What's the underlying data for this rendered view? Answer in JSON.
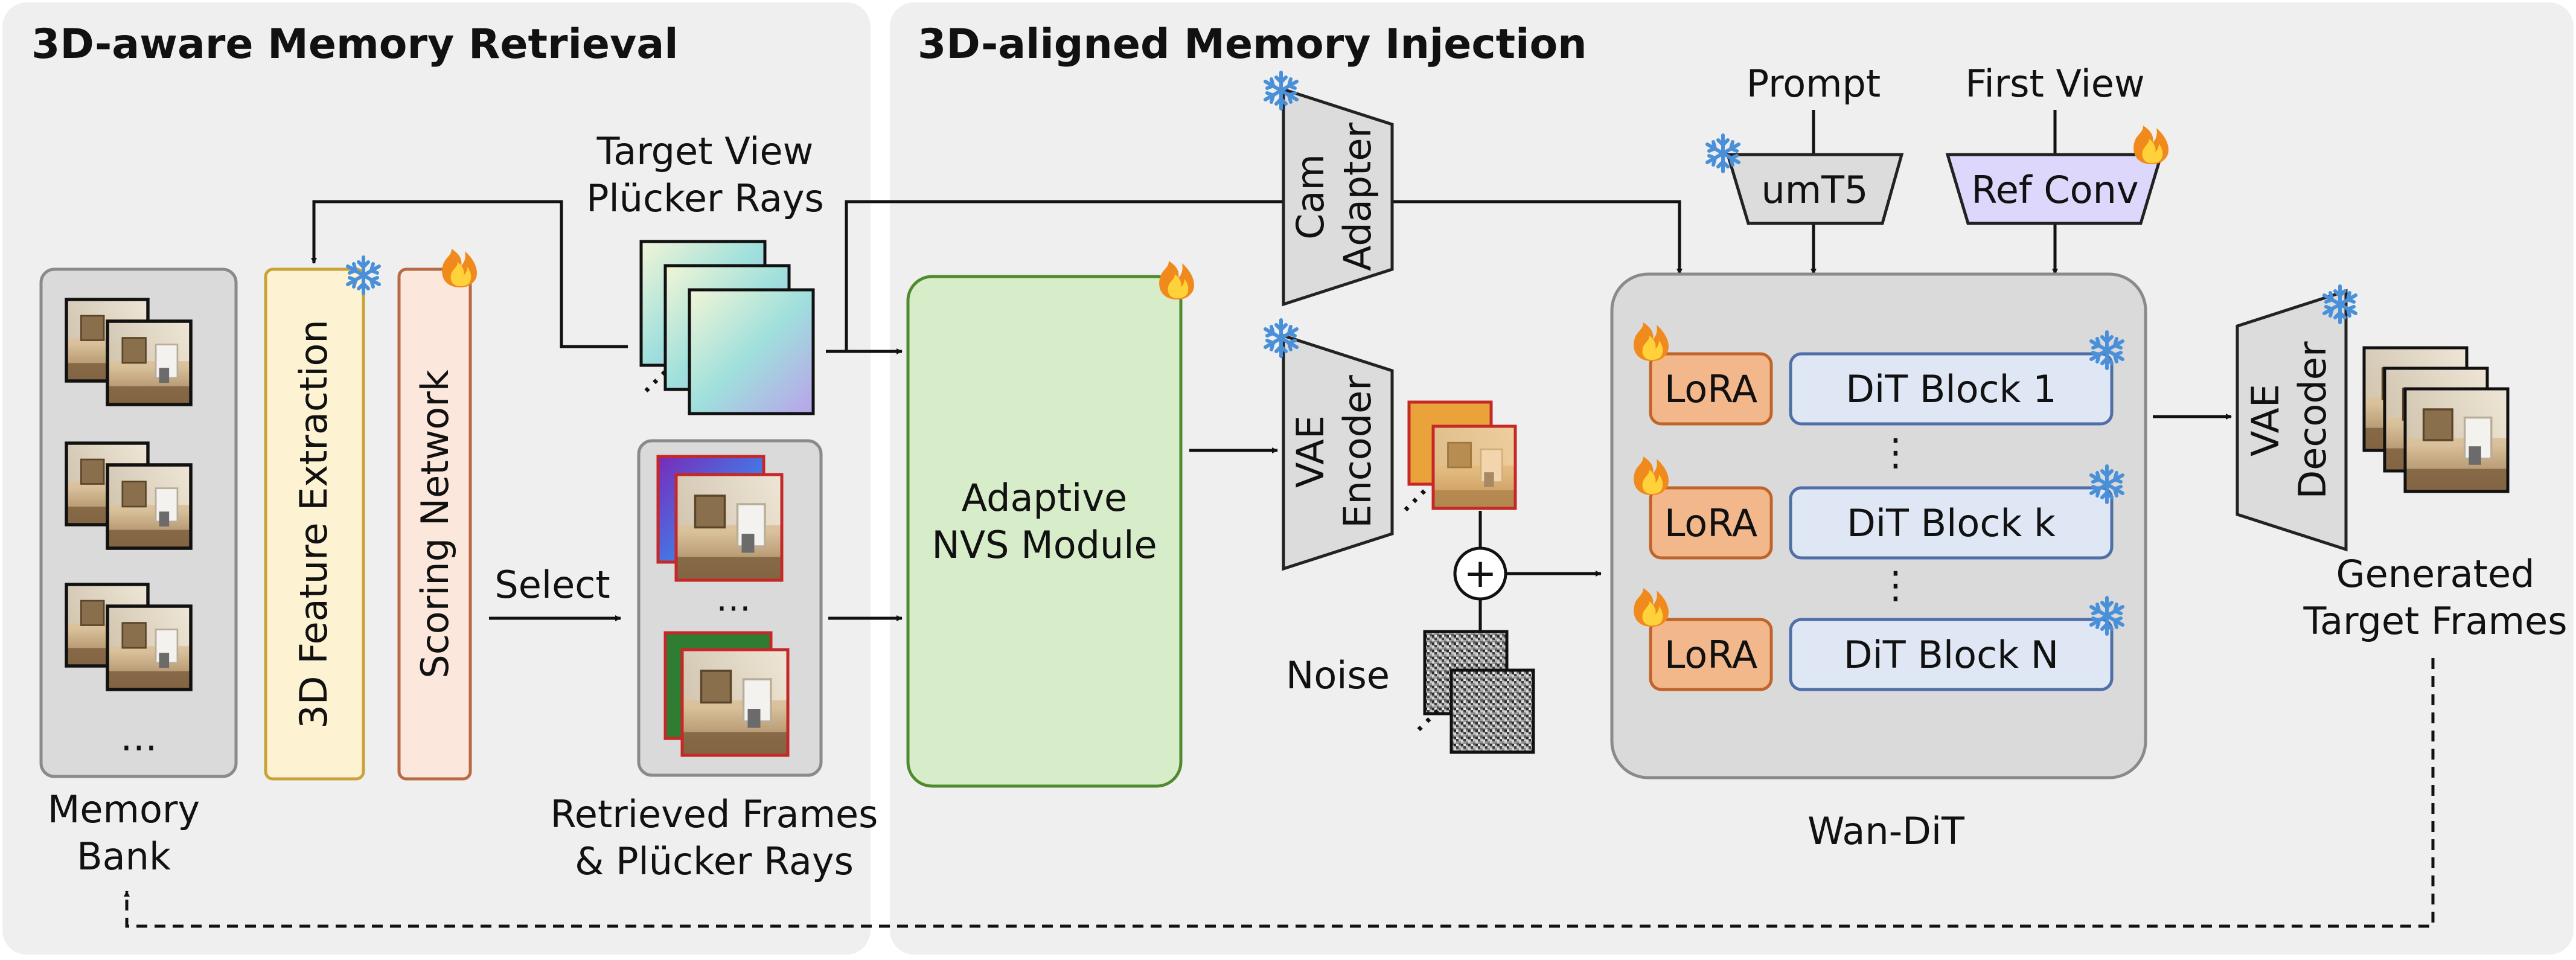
{
  "panels": {
    "retrieval_title": "3D-aware Memory Retrieval",
    "injection_title": "3D-aligned Memory Injection"
  },
  "labels": {
    "target_view_line1": "Target View",
    "target_view_line2": "Plücker Rays",
    "feature_extraction": "3D Feature Extraction",
    "scoring_network": "Scoring Network",
    "select": "Select",
    "memory_bank_line1": "Memory",
    "memory_bank_line2": "Bank",
    "retrieved_line1": "Retrieved Frames",
    "retrieved_line2": "& Plücker Rays",
    "nvs_line1": "Adaptive",
    "nvs_line2": "NVS Module",
    "cam_adapter_line1": "Cam",
    "cam_adapter_line2": "Adapter",
    "vae_encoder_line1": "VAE",
    "vae_encoder_line2": "Encoder",
    "noise": "Noise",
    "plus": "+",
    "prompt": "Prompt",
    "umt5": "umT5",
    "first_view": "First View",
    "ref_conv": "Ref Conv",
    "wan_dit": "Wan-DiT",
    "lora": "LoRA",
    "dit_block_1": "DiT Block 1",
    "dit_block_k": "DiT Block k",
    "dit_block_n": "DiT Block N",
    "vae_decoder_line1": "VAE",
    "vae_decoder_line2": "Decoder",
    "generated_line1": "Generated",
    "generated_line2": "Target Frames",
    "ellipsis": "…",
    "vdots": "⋮",
    "dots": "⋯"
  },
  "icons": {
    "frozen": "snowflake-icon",
    "trainable": "flame-icon"
  },
  "colors": {
    "panel_bg": "#efefef",
    "feature_fill": "#fdf3d2",
    "feature_stroke": "#c9a23a",
    "scoring_fill": "#fbe7dc",
    "scoring_stroke": "#b86a45",
    "nvs_fill": "#d7ecc9",
    "nvs_stroke": "#4f8a2f",
    "lora_fill": "#f3b78c",
    "lora_stroke": "#c0642a",
    "dit_block_fill": "#dfe7f5",
    "dit_block_stroke": "#4f6fa8",
    "refconv_fill": "#dcd7fb",
    "snowflake": "#4a90d9",
    "flame": "#f08a1c"
  }
}
